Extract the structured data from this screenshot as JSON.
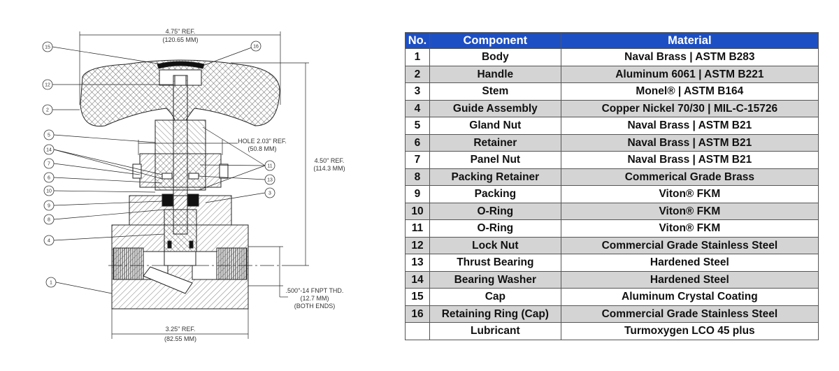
{
  "drawing": {
    "dimensions": {
      "overall_width": "4.75\" REF.",
      "overall_width_mm": "(120.65 MM)",
      "hole": "HOLE 2.03\" REF.",
      "hole_mm": "(50.8 MM)",
      "height": "4.50\" REF.",
      "height_mm": "(114.3 MM)",
      "thread": ".500\"-14 FNPT THD.",
      "thread_mm": "(12.7 MM)",
      "thread_note": "(BOTH ENDS)",
      "body_width": "3.25\" REF.",
      "body_width_mm": "(82.55 MM)"
    },
    "balloons": [
      "15",
      "16",
      "12",
      "2",
      "5",
      "14",
      "7",
      "6",
      "10",
      "9",
      "8",
      "4",
      "1",
      "11",
      "13",
      "3"
    ]
  },
  "table": {
    "headers": [
      "No.",
      "Component",
      "Material"
    ],
    "header_color": "#1d4fc4",
    "rows": [
      {
        "no": "1",
        "component": "Body",
        "material": "Naval Brass | ASTM B283"
      },
      {
        "no": "2",
        "component": "Handle",
        "material": "Aluminum 6061 | ASTM B221"
      },
      {
        "no": "3",
        "component": "Stem",
        "material": "Monel® | ASTM B164"
      },
      {
        "no": "4",
        "component": "Guide Assembly",
        "material": "Copper Nickel 70/30 | MIL-C-15726"
      },
      {
        "no": "5",
        "component": "Gland Nut",
        "material": "Naval Brass | ASTM B21"
      },
      {
        "no": "6",
        "component": "Retainer",
        "material": "Naval Brass | ASTM B21"
      },
      {
        "no": "7",
        "component": "Panel Nut",
        "material": "Naval Brass | ASTM B21"
      },
      {
        "no": "8",
        "component": "Packing Retainer",
        "material": "Commerical Grade Brass"
      },
      {
        "no": "9",
        "component": "Packing",
        "material": "Viton® FKM"
      },
      {
        "no": "10",
        "component": "O-Ring",
        "material": "Viton® FKM"
      },
      {
        "no": "11",
        "component": "O-Ring",
        "material": "Viton® FKM"
      },
      {
        "no": "12",
        "component": "Lock Nut",
        "material": "Commercial Grade Stainless Steel"
      },
      {
        "no": "13",
        "component": "Thrust Bearing",
        "material": "Hardened Steel"
      },
      {
        "no": "14",
        "component": "Bearing Washer",
        "material": "Hardened Steel"
      },
      {
        "no": "15",
        "component": "Cap",
        "material": "Aluminum Crystal Coating"
      },
      {
        "no": "16",
        "component": "Retaining Ring (Cap)",
        "material": "Commercial Grade Stainless Steel"
      },
      {
        "no": "",
        "component": "Lubricant",
        "material": "Turmoxygen LCO 45 plus"
      }
    ]
  }
}
